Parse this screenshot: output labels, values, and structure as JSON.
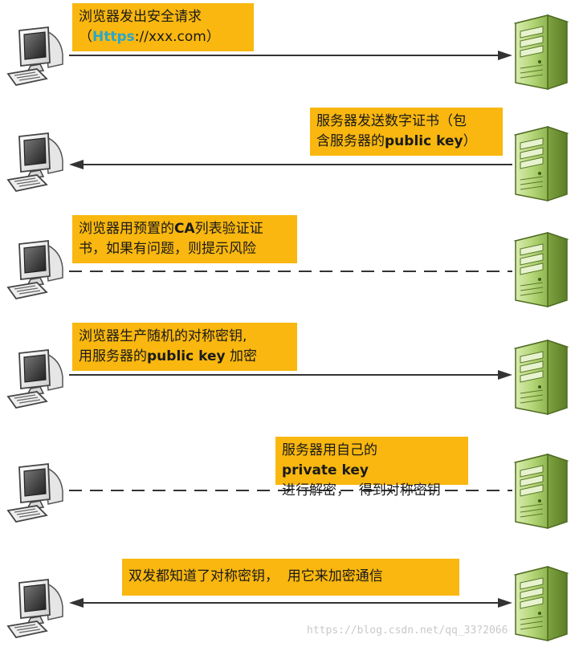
{
  "steps": [
    {
      "direction": "to-server",
      "style": "solid",
      "line1": "浏览器发出安全请求",
      "line2_prefix": "（",
      "line2_highlight": "Https",
      "line2_suffix": "://xxx.com）"
    },
    {
      "direction": "to-client",
      "style": "solid",
      "line1": "服务器发送数字证书（包",
      "line2_prefix": "含服务器的",
      "line2_bold": "public key",
      "line2_suffix": "）"
    },
    {
      "direction": "none",
      "style": "dashed",
      "line1_prefix": "浏览器用预置的",
      "line1_bold": "CA",
      "line1_suffix": "列表验证证",
      "line2": "书，如果有问题，则提示风险"
    },
    {
      "direction": "to-server",
      "style": "solid",
      "line1": "浏览器生产随机的对称密钥,",
      "line2_prefix": "用服务器的",
      "line2_bold": "public key",
      "line2_suffix": " 加密"
    },
    {
      "direction": "none",
      "style": "dashed",
      "line1_prefix": "服务器用自己的",
      "line1_bold": "private key",
      "line2": "进行解密，  得到对称密钥"
    },
    {
      "direction": "both",
      "style": "solid",
      "line1": "双发都知道了对称密钥，  用它来加密通信"
    }
  ],
  "icons": {
    "client": "computer-icon",
    "server": "server-icon"
  },
  "colors": {
    "note_bg": "#f9b70f",
    "https_text": "#2aa7c9",
    "line": "#333333"
  },
  "watermark": "https://blog.csdn.net/qq_33?2066"
}
